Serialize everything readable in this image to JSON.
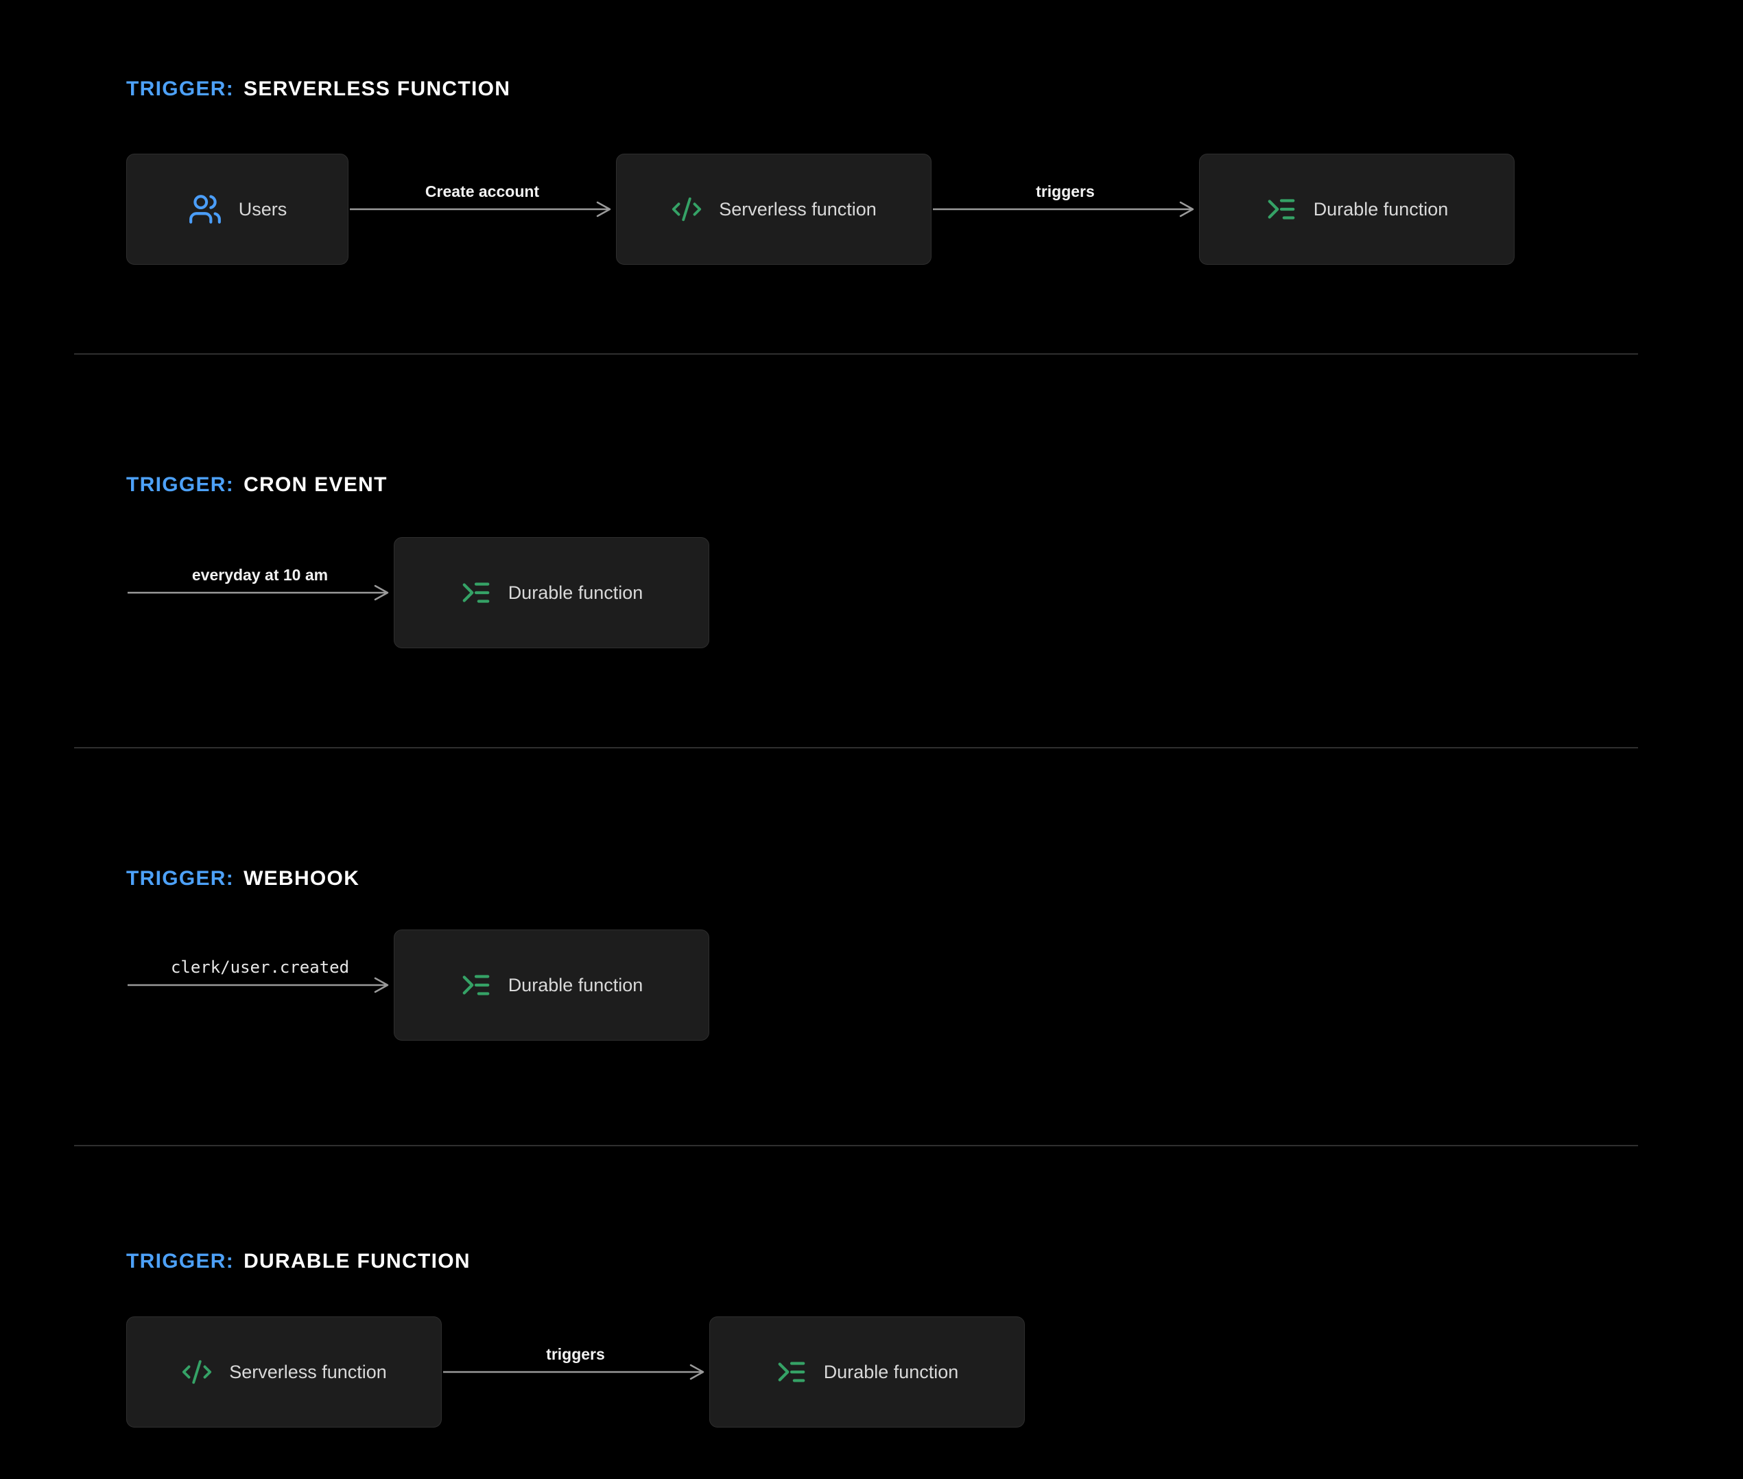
{
  "colors": {
    "background": "#000000",
    "box_background": "#1d1d1d",
    "box_border": "#2e2e2e",
    "accent_blue": "#4da1f8",
    "icon_blue": "#4b9ef9",
    "icon_green": "#35a266",
    "title_text": "#ffffff",
    "box_text": "#d9d9d9",
    "arrow": "#9a9a9a",
    "divider": "#2f2f2f"
  },
  "sections": [
    {
      "title_prefix": "TRIGGER:",
      "title_name": "SERVERLESS FUNCTION",
      "nodes": [
        {
          "icon": "users-icon",
          "label": "Users"
        },
        {
          "icon": "code-icon",
          "label": "Serverless function"
        },
        {
          "icon": "durable-function-icon",
          "label": "Durable function"
        }
      ],
      "arrows": [
        {
          "label": "Create account"
        },
        {
          "label": "triggers"
        }
      ]
    },
    {
      "title_prefix": "TRIGGER:",
      "title_name": "CRON EVENT",
      "arrows": [
        {
          "label": "everyday at 10 am"
        }
      ],
      "nodes": [
        {
          "icon": "durable-function-icon",
          "label": "Durable function"
        }
      ]
    },
    {
      "title_prefix": "TRIGGER:",
      "title_name": "WEBHOOK",
      "arrows": [
        {
          "label": "clerk/user.created",
          "mono": true
        }
      ],
      "nodes": [
        {
          "icon": "durable-function-icon",
          "label": "Durable function"
        }
      ]
    },
    {
      "title_prefix": "TRIGGER:",
      "title_name": "DURABLE FUNCTION",
      "nodes": [
        {
          "icon": "code-icon",
          "label": "Serverless function"
        },
        {
          "icon": "durable-function-icon",
          "label": "Durable function"
        }
      ],
      "arrows": [
        {
          "label": "triggers"
        }
      ]
    }
  ]
}
